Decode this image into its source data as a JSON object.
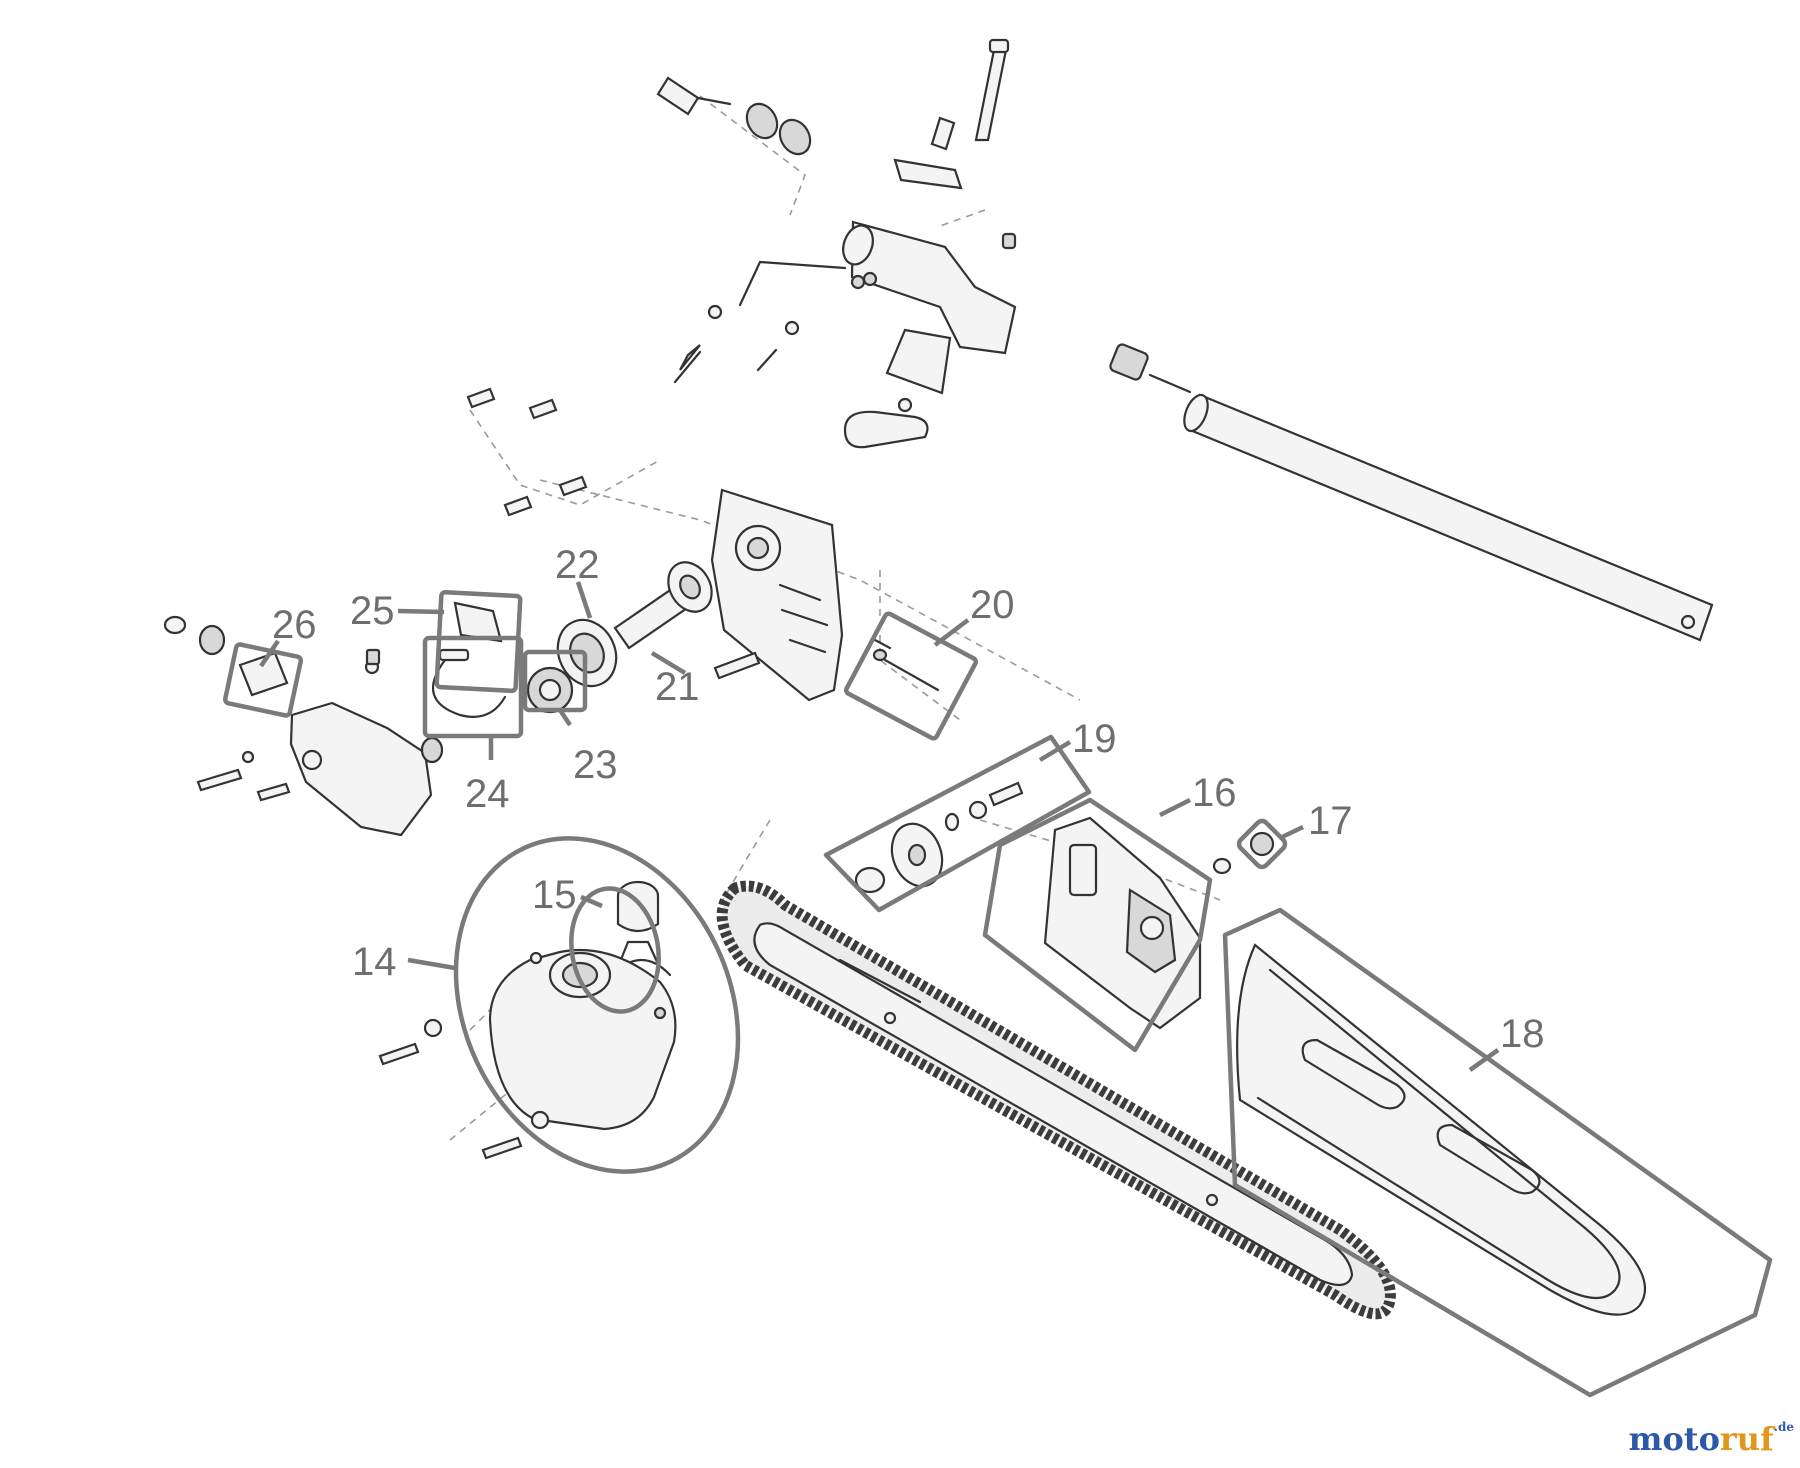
{
  "callouts": [
    "14",
    "15",
    "16",
    "17",
    "18",
    "19",
    "20",
    "21",
    "22",
    "23",
    "24",
    "25",
    "26"
  ],
  "watermark": {
    "brand_main": "motoruf",
    "brand_suffix": ".de"
  },
  "colors": {
    "callout": "#6e6e6e",
    "frame": "#7a7a7a",
    "line": "#333333",
    "brand_blue": "#2b58a8",
    "brand_orange": "#e0981c"
  }
}
